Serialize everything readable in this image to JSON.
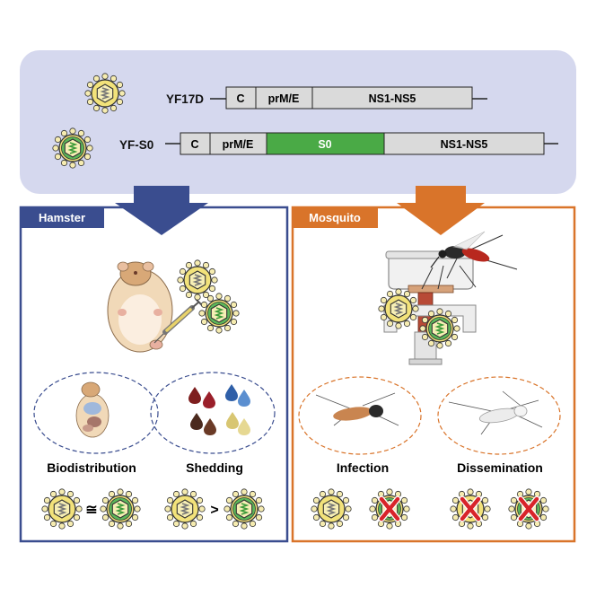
{
  "constructs": {
    "yf17d": {
      "name": "YF17D",
      "segments": [
        "C",
        "prM/E",
        "NS1-NS5"
      ]
    },
    "yfs0": {
      "name": "YF-S0",
      "segments": [
        "C",
        "prM/E",
        "S0",
        "NS1-NS5"
      ]
    }
  },
  "hamster": {
    "tag": "Hamster",
    "panels": [
      "Biodistribution",
      "Shedding"
    ],
    "relations": [
      "≅",
      ">"
    ]
  },
  "mosquito": {
    "tag": "Mosquito",
    "panels": [
      "Infection",
      "Dissemination"
    ]
  },
  "colors": {
    "top_box": "#d5d8ee",
    "hamster": "#3a4d8f",
    "mosquito": "#d9742a",
    "s0_green": "#4aaa46",
    "segment_gray": "#dadada",
    "virion_yellow": "#f2e27a",
    "cross_red": "#d8242a"
  },
  "icons": [
    "virion-icon",
    "recombinant-virion-icon",
    "hamster-icon",
    "syringe-icon",
    "mosquito-icon",
    "feeder-icon",
    "droplet-icon",
    "cross-icon"
  ]
}
